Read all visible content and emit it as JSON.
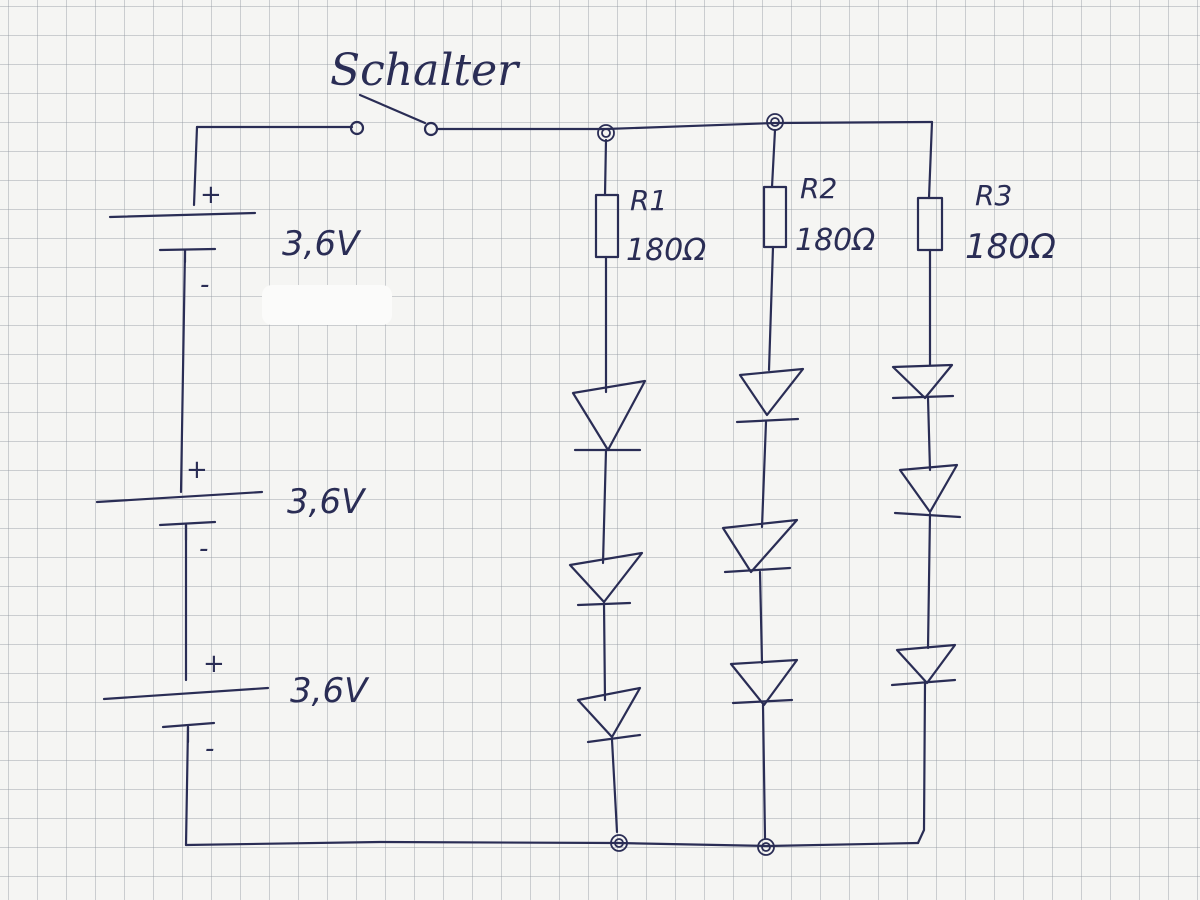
{
  "switch": {
    "label": "Schalter"
  },
  "batteries": [
    {
      "plus": "+",
      "minus": "-",
      "voltage": "3,6V"
    },
    {
      "plus": "+",
      "minus": "-",
      "voltage": "3,6V"
    },
    {
      "plus": "+",
      "minus": "-",
      "voltage": "3,6V"
    }
  ],
  "resistors": [
    {
      "name": "R1",
      "value": "180Ω"
    },
    {
      "name": "R2",
      "value": "180Ω"
    },
    {
      "name": "R3",
      "value": "180Ω"
    }
  ],
  "branches": [
    {
      "resistor": "R1",
      "led_count": 3
    },
    {
      "resistor": "R2",
      "led_count": 3
    },
    {
      "resistor": "R3",
      "led_count": 3
    }
  ],
  "colors": {
    "ink": "#2a2d55",
    "paper": "#f5f5f3",
    "grid": "#969ba5"
  }
}
